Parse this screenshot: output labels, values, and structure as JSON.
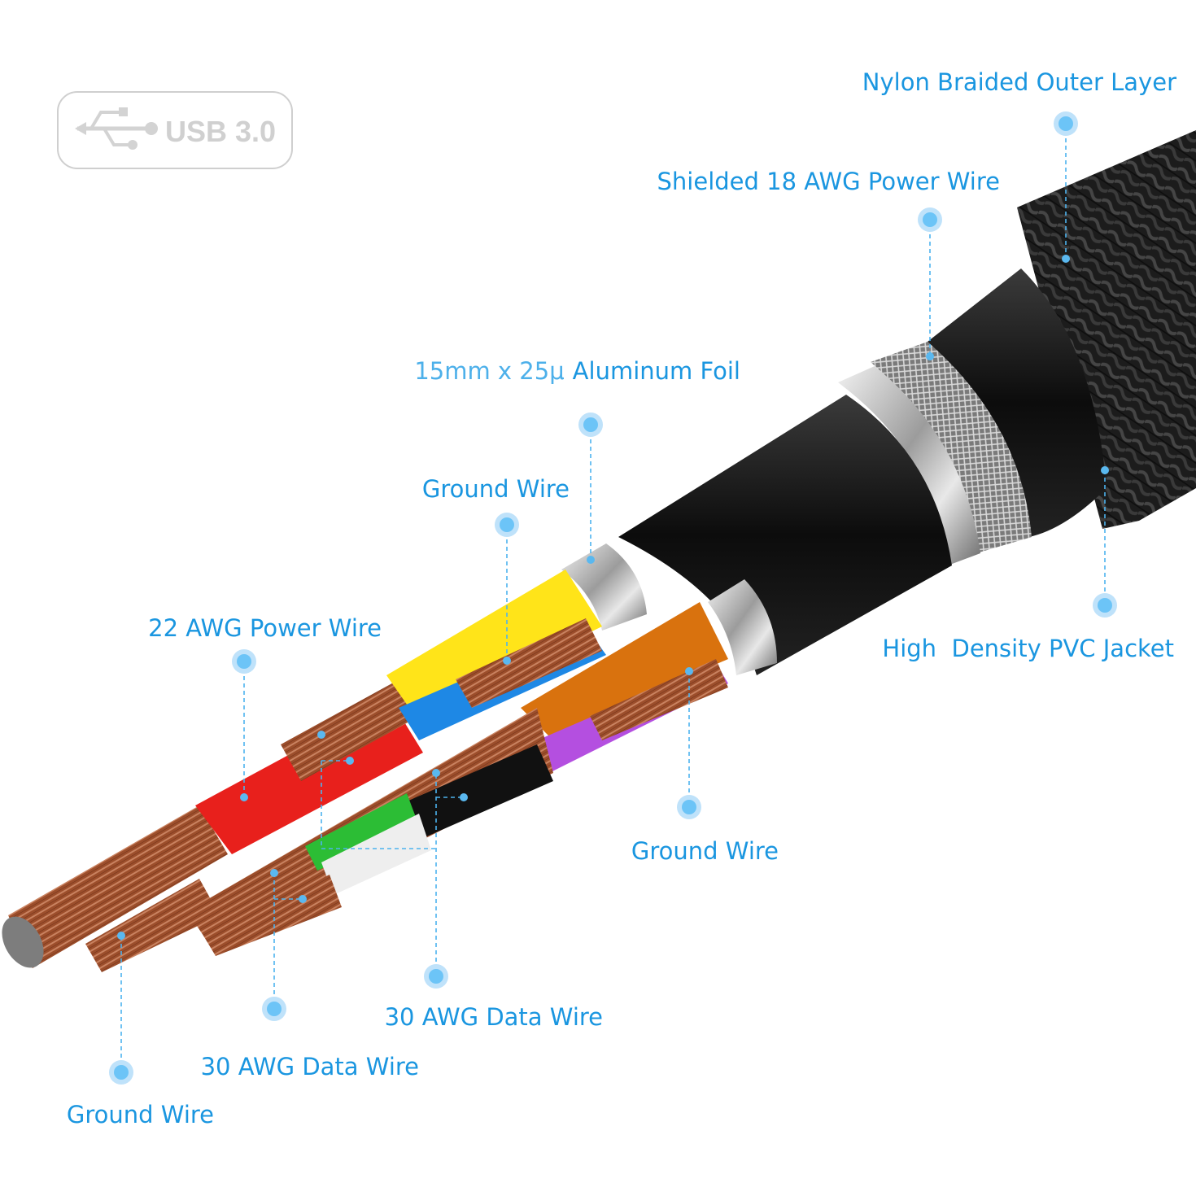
{
  "badge": {
    "text": "USB 3.0",
    "icon": "usb-trident-icon",
    "text_color": "#d0d0d0"
  },
  "colors": {
    "callout": "#1a96e0",
    "leader": "#4db3ee",
    "copper": "#a8562f",
    "jacket": "#111111",
    "foil": "#c8c8c8"
  },
  "labels": {
    "nylon_braided": "Nylon Braided Outer Layer",
    "shielded_power": "Shielded 18 AWG Power Wire",
    "aluminum_foil_dim": "15mm x 25μ",
    "aluminum_foil_name": "Aluminum Foil",
    "ground_wire_top": "Ground Wire",
    "awg22_power": "22 AWG Power Wire",
    "pvc_jacket": "High  Density PVC Jacket",
    "ground_wire_mid": "Ground Wire",
    "data_wire_30_right": "30 AWG Data Wire",
    "data_wire_30_left": "30 AWG Data Wire",
    "ground_wire_bottom": "Ground Wire"
  },
  "wires": [
    {
      "name": "yellow-insulation",
      "color": "#ffe419"
    },
    {
      "name": "blue-insulation",
      "color": "#1e88e5"
    },
    {
      "name": "red-insulation",
      "color": "#e8201c"
    },
    {
      "name": "orange-insulation",
      "color": "#d9720e"
    },
    {
      "name": "purple-insulation",
      "color": "#b44fe0"
    },
    {
      "name": "green-insulation",
      "color": "#2cbd35"
    },
    {
      "name": "white-insulation",
      "color": "#eeeeee"
    }
  ]
}
